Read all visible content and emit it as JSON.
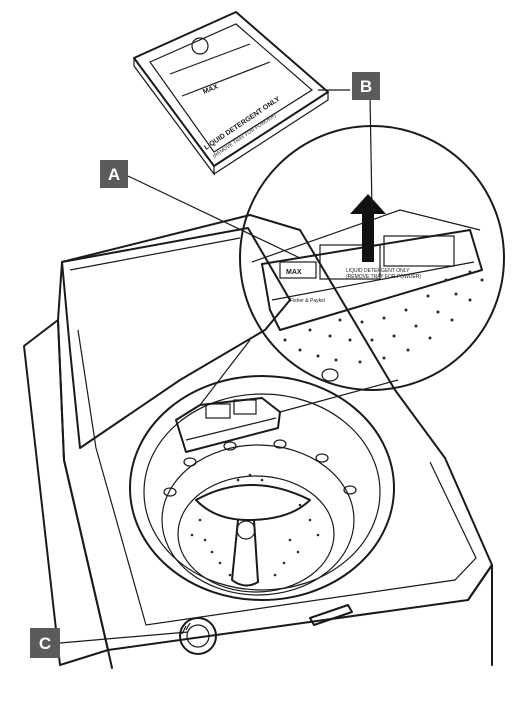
{
  "callouts": {
    "a": "A",
    "b": "B",
    "c": "C"
  },
  "tray": {
    "max_label": "MAX",
    "line1": "LIQUID DETERGENT ONLY",
    "line2": "(REMOVE TRAY FOR POWDER)"
  },
  "zoom_tray": {
    "max_label": "MAX",
    "line1": "LIQUID DETERGENT ONLY",
    "line2": "(REMOVE TRAY FOR POWDER)",
    "brand": "Fisher & Paykel"
  }
}
